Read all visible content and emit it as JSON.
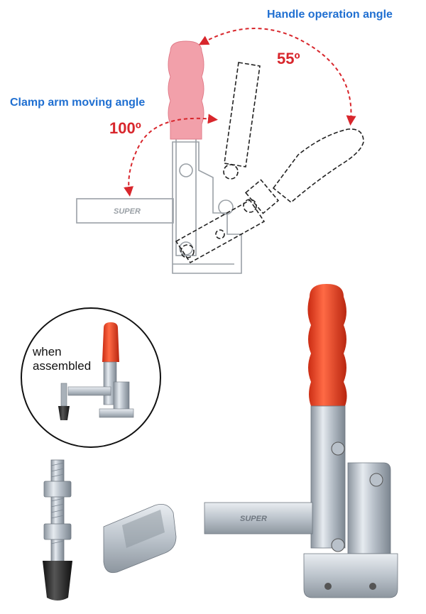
{
  "labels": {
    "handle_operation_angle": "Handle operation angle",
    "clamp_arm_moving_angle": "Clamp arm moving angle",
    "handle_angle_value": "55º",
    "arm_angle_value": "100º",
    "when": "when",
    "assembled": "assembled",
    "brand_text": "SUPER"
  },
  "colors": {
    "accent_blue": "#1f6fd1",
    "accent_red": "#d8262c",
    "grip_pink": "#f2a0aa",
    "grip_orange": "#e8401f",
    "steel": "#c8ced6",
    "rubber": "#222222"
  }
}
